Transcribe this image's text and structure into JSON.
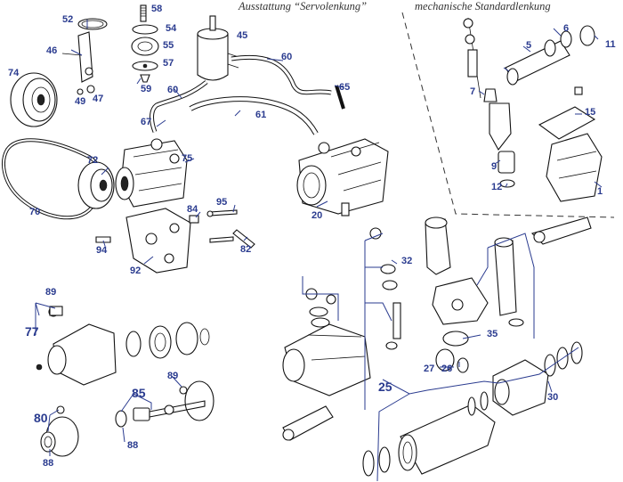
{
  "headers": {
    "power_steering": "Ausstattung “Servolenkung”",
    "manual_steering": "mechanische Standardlenkung"
  },
  "callouts": {
    "n1": "1",
    "n5": "5",
    "n6": "6",
    "n7": "7",
    "n9": "9",
    "n11": "11",
    "n12": "12",
    "n15": "15",
    "n20": "20",
    "n25": "25",
    "n26": "26",
    "n27": "27",
    "n30": "30",
    "n32": "32",
    "n35": "35",
    "n45": "45",
    "n46": "46",
    "n47": "47",
    "n49": "49",
    "n52": "52",
    "n54": "54",
    "n55": "55",
    "n57": "57",
    "n58": "58",
    "n59": "59",
    "n60a": "60",
    "n60b": "60",
    "n61": "61",
    "n65": "65",
    "n67": "67",
    "n70": "70",
    "n72": "72",
    "n74": "74",
    "n75": "75",
    "n77": "77",
    "n80": "80",
    "n82": "82",
    "n84": "84",
    "n85": "85",
    "n88a": "88",
    "n88b": "88",
    "n89a": "89",
    "n89b": "89",
    "n92": "92",
    "n94": "94",
    "n95": "95"
  },
  "colors": {
    "callout": "#2a3b8f",
    "line_art": "#111111",
    "header_text": "#333333"
  }
}
